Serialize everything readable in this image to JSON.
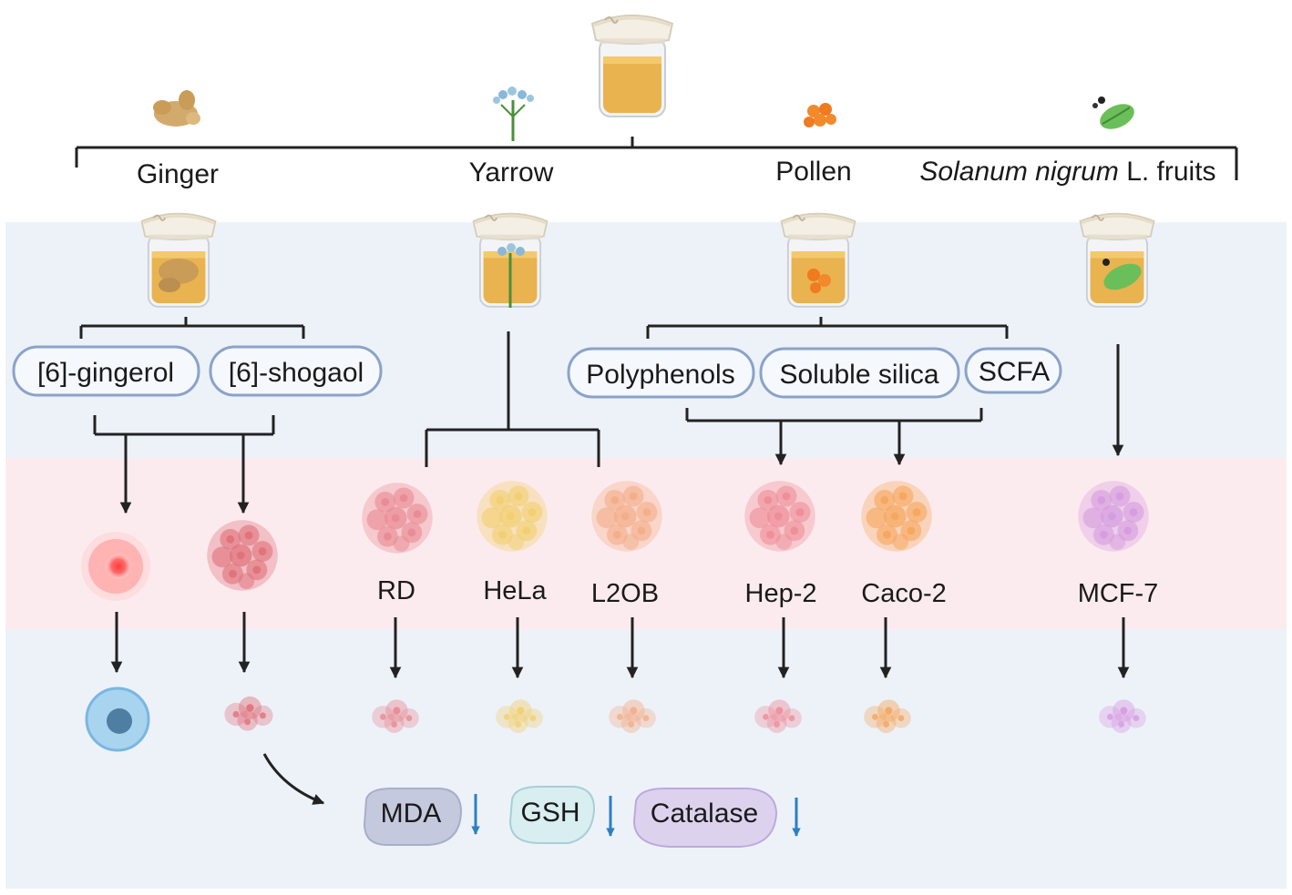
{
  "sources": {
    "ginger": "Ginger",
    "yarrow": "Yarrow",
    "pollen": "Pollen",
    "solanum_italic": "Solanum nigrum",
    "solanum_rest": " L. fruits"
  },
  "compounds": {
    "gingerol": "[6]-gingerol",
    "shogaol": "[6]-shogaol",
    "polyphenols": "Polyphenols",
    "soluble_silica": "Soluble silica",
    "scfa": "SCFA"
  },
  "cell_lines": {
    "rd": "RD",
    "hela": "HeLa",
    "l2ob": "L2OB",
    "hep2": "Hep-2",
    "caco2": "Caco-2",
    "mcf7": "MCF-7"
  },
  "markers": {
    "mda": "MDA",
    "gsh": "GSH",
    "catalase": "Catalase"
  },
  "colors": {
    "band_blue": "#edf2f9",
    "band_pink": "#fcebee",
    "honey": "#e8b04a",
    "arrow": "#222222",
    "decrease_arrow": "#2f7fc1"
  }
}
